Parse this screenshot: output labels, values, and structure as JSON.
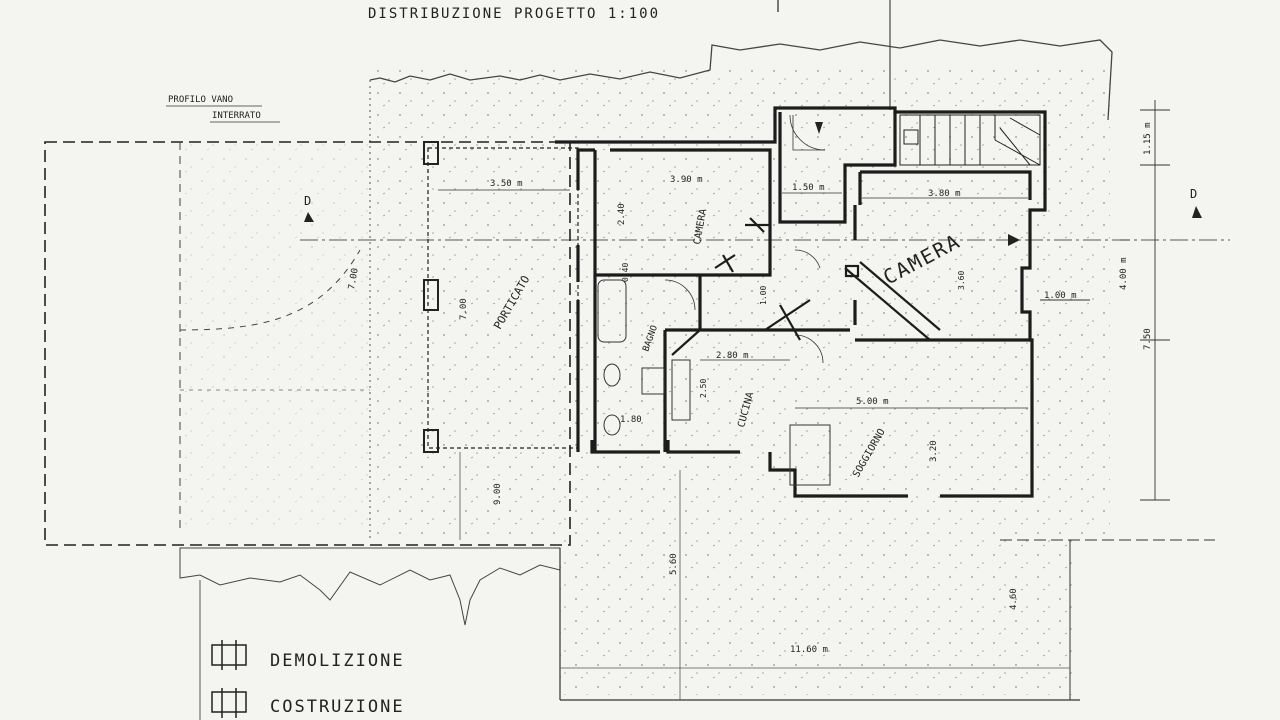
{
  "title": "DISTRIBUZIONE PROGETTO  1:100",
  "profile_label": {
    "line1": "PROFILO VANO",
    "line2": "INTERRATO"
  },
  "section_marks": {
    "left": "D",
    "right": "D"
  },
  "rooms": {
    "porticato": "PORTICATO",
    "camera_small": "CAMERA",
    "camera_large": "CAMERA",
    "bagno": "BAGNO",
    "cucina": "CUCINA",
    "soggiorno": "SOGGIORNO"
  },
  "dimensions": {
    "porticato_width": "3.50 m",
    "porticato_length": "7.00",
    "left_7": "7.00",
    "camera_small_width": "3.90 m",
    "camera_small_depth": "2.40",
    "corridor_width": "1.50 m",
    "camera_large_width": "3.80 m",
    "camera_large_depth": "3.60",
    "stairs_depth": "1.15 m",
    "right_400": "4.00 m",
    "right_750": "7.50",
    "right_100": "1.00 m",
    "bagno_width": "1.80",
    "bagno_depth": "0.40",
    "cucina_width": "2.80 m",
    "cucina_depth": "2.50",
    "door_100": "1.00",
    "soggiorno_width": "5.00 m",
    "soggiorno_depth": "3.20",
    "bottom_900": "9.00",
    "yard_560": "5.60",
    "yard_460": "4.60",
    "yard_1160": "11.60 m"
  },
  "legend": {
    "demolizione": "DEMOLIZIONE",
    "costruzione": "COSTRUZIONE"
  },
  "colors": {
    "ink": "#1c1c1c",
    "paper": "#f4f4f1"
  }
}
